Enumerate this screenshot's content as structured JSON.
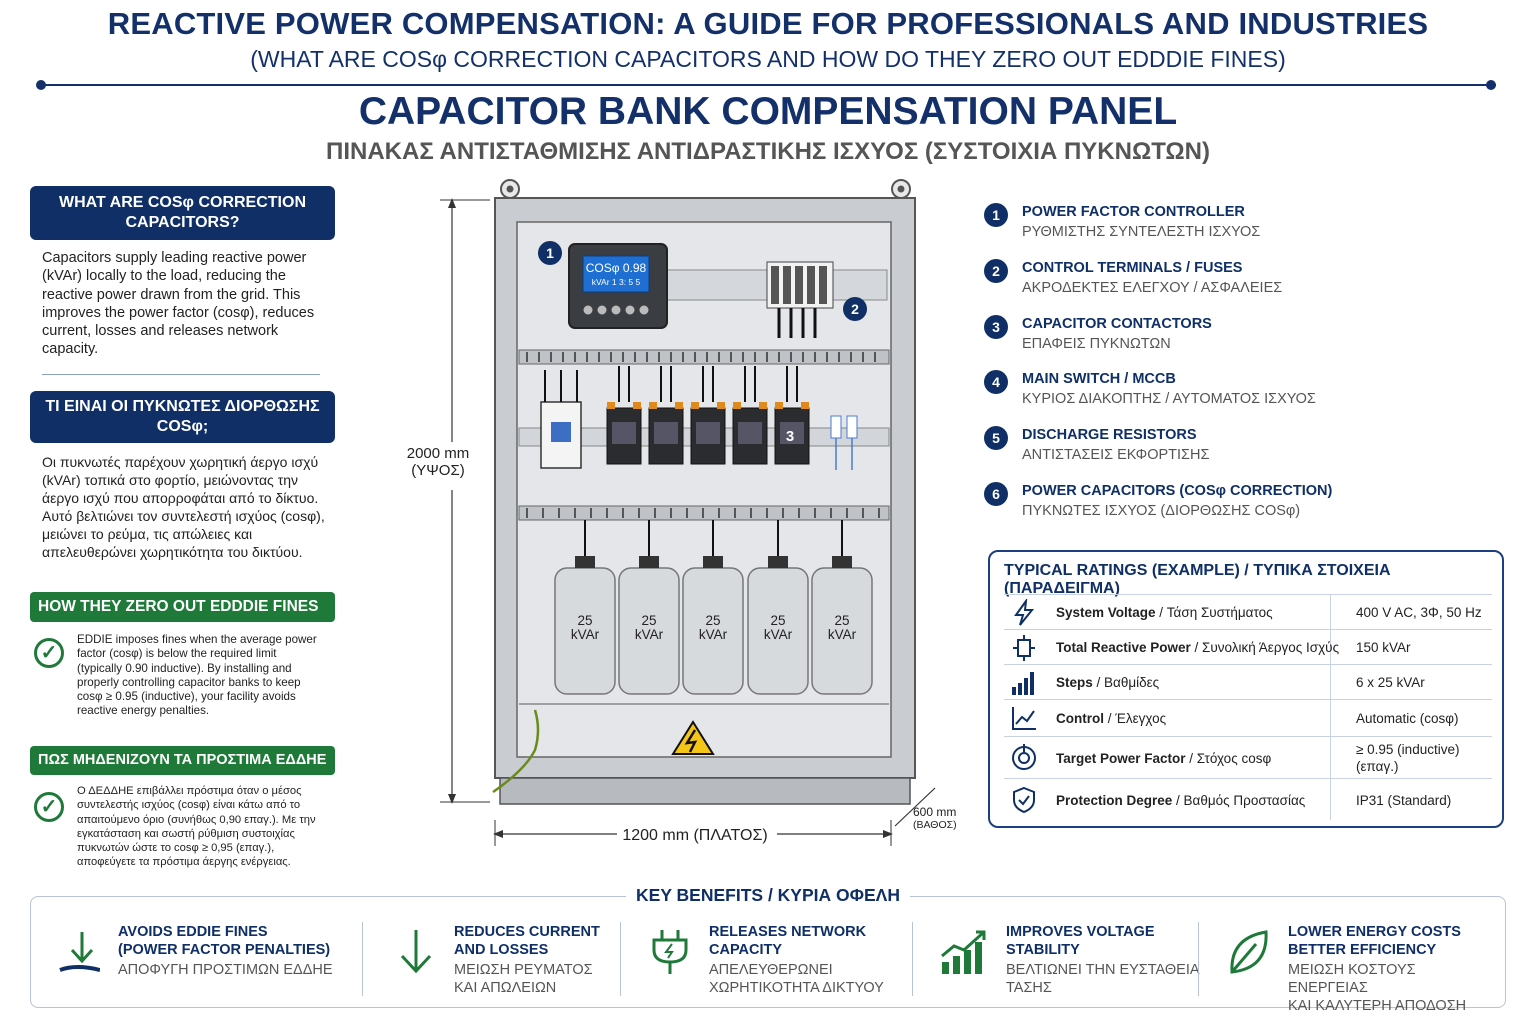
{
  "header": {
    "title": "REACTIVE POWER COMPENSATION: A GUIDE FOR PROFESSIONALS AND INDUSTRIES",
    "subtitle": "(WHAT ARE COSφ CORRECTION CAPACITORS AND HOW DO THEY ZERO OUT EDDDIE FINES)",
    "panel_title": "CAPACITOR BANK COMPENSATION PANEL",
    "panel_subtitle": "ΠΙΝΑΚΑΣ ΑΝΤΙΣΤΑΘΜΙΣΗΣ ΑΝΤΙΔΡΑΣΤΙΚΗΣ ΙΣΧΥΟΣ (ΣΥΣΤΟΙΧΙΑ ΠΥΚΝΩΤΩΝ)"
  },
  "left": {
    "what_en_title": "WHAT ARE COSφ CORRECTION CAPACITORS?",
    "what_en_body": "Capacitors supply leading reactive power (kVAr) locally to the load, reducing the reactive power drawn from the grid. This improves the power factor (cosφ), reduces current, losses and releases network capacity.",
    "what_gr_title": "ΤΙ ΕΙΝΑΙ ΟΙ ΠΥΚΝΩΤΕΣ ΔΙΟΡΘΩΣΗΣ COSφ;",
    "what_gr_body": "Οι πυκνωτές παρέχουν χωρητική άεργο ισχύ (kVAr) τοπικά στο φορτίο, μειώνοντας την άεργο ισχύ που απορροφάται από το δίκτυο. Αυτό βελτιώνει τον συντελεστή ισχύος (cosφ), μειώνει το ρεύμα, τις απώλειες και απελευθερώνει χωρητικότητα του δικτύου.",
    "fines_en_title": "HOW THEY ZERO OUT EDDDIE FINES",
    "fines_en_body": "EDDIE imposes fines when the average power factor (cosφ) is below the required limit (typically 0.90 inductive). By installing and properly controlling capacitor banks to keep cosφ ≥ 0.95 (inductive), your facility avoids reactive energy penalties.",
    "fines_gr_title": "ΠΩΣ ΜΗΔΕΝΙΖΟΥΝ ΤΑ ΠΡΟΣΤΙΜΑ ΕΔΔΗΕ",
    "fines_gr_body": "Ο ΔΕΔΔΗΕ επιβάλλει πρόστιμα όταν ο μέσος συντελεστής ισχύος (cosφ) είναι κάτω από το απαιτούμενο όριο (συνήθως 0,90 επαγ.). Με την εγκατάσταση και σωστή ρύθμιση συστοιχίας πυκνωτών ώστε το cosφ ≥ 0,95 (επαγ.), αποφεύγετε τα πρόστιμα άεργης ενέργειας."
  },
  "diagram": {
    "height_label": "2000 mm",
    "height_label_gr": "(ΥΨΟΣ)",
    "width_label": "1200 mm (ΠΛΑΤΟΣ)",
    "depth_label": "600 mm",
    "depth_label_gr": "(ΒΑΘΟΣ)",
    "controller_line1": "COSφ 0.98",
    "controller_line2": "kVAr 1 3: 5 5",
    "marker_1": "1",
    "marker_2": "2",
    "marker_3": "3",
    "capacitor_value": "25",
    "capacitor_unit": "kVAr"
  },
  "legend": [
    {
      "num": "1",
      "en": "POWER FACTOR CONTROLLER",
      "gr": "ΡΥΘΜΙΣΤΗΣ ΣΥΝΤΕΛΕΣΤΗ ΙΣΧΥΟΣ"
    },
    {
      "num": "2",
      "en": "CONTROL TERMINALS / FUSES",
      "gr": "ΑΚΡΟΔΕΚΤΕΣ ΕΛΕΓΧΟΥ / ΑΣΦΑΛΕΙΕΣ"
    },
    {
      "num": "3",
      "en": "CAPACITOR CONTACTORS",
      "gr": "ΕΠΑΦΕΙΣ ΠΥΚΝΩΤΩΝ"
    },
    {
      "num": "4",
      "en": "MAIN SWITCH / MCCB",
      "gr": "ΚΥΡΙΟΣ ΔΙΑΚΟΠΤΗΣ / ΑΥΤΟΜΑΤΟΣ ΙΣΧΥΟΣ"
    },
    {
      "num": "5",
      "en": "DISCHARGE RESISTORS",
      "gr": "ΑΝΤΙΣΤΑΣΕΙΣ ΕΚΦΟΡΤΙΣΗΣ"
    },
    {
      "num": "6",
      "en": "POWER CAPACITORS (COSφ CORRECTION)",
      "gr": "ΠΥΚΝΩΤΕΣ ΙΣΧΥΟΣ (ΔΙΟΡΘΩΣΗΣ COSφ)"
    }
  ],
  "ratings": {
    "title": "TYPICAL RATINGS (EXAMPLE) / ΤΥΠΙΚΑ ΣΤΟΙΧΕΙΑ (ΠΑΡΑΔΕΙΓΜΑ)",
    "rows": [
      {
        "label_en": "System Voltage",
        "label_gr": " / Τάση Συστήματος",
        "value": "400 V AC, 3Φ, 50 Hz",
        "icon": "bolt-icon"
      },
      {
        "label_en": "Total Reactive Power",
        "label_gr": " / Συνολική Άεργος Ισχύς",
        "value": "150 kVAr",
        "icon": "capacitor-icon"
      },
      {
        "label_en": "Steps",
        "label_gr": " / Βαθμίδες",
        "value": "6 x 25 kVAr",
        "icon": "steps-bars-icon"
      },
      {
        "label_en": "Control",
        "label_gr": " / Έλεγχος",
        "value": "Automatic (cosφ)",
        "icon": "trend-chart-icon"
      },
      {
        "label_en": "Target Power Factor",
        "label_gr": " / Στόχος cosφ",
        "value": "≥ 0.95 (inductive) (επαγ.)",
        "icon": "target-icon"
      },
      {
        "label_en": "Protection Degree",
        "label_gr": " / Βαθμός Προστασίας",
        "value": "IP31 (Standard)",
        "icon": "shield-check-icon"
      }
    ]
  },
  "benefits": {
    "title": "KEY BENEFITS / ΚΥΡΙΑ ΟΦΕΛΗ",
    "items": [
      {
        "en1": "AVOIDS EDDIE FINES",
        "en2": "(POWER FACTOR PENALTIES)",
        "gr1": "ΑΠΟΦΥΓΗ ΠΡΟΣΤΙΜΩΝ ΕΔΔΗΕ",
        "gr2": ""
      },
      {
        "en1": "REDUCES CURRENT",
        "en2": "AND LOSSES",
        "gr1": "ΜΕΙΩΣΗ ΡΕΥΜΑΤΟΣ",
        "gr2": "ΚΑΙ ΑΠΩΛΕΙΩΝ"
      },
      {
        "en1": "RELEASES NETWORK",
        "en2": "CAPACITY",
        "gr1": "ΑΠΕΛΕΥΘΕΡΩΝΕΙ",
        "gr2": "ΧΩΡΗΤΙΚΟΤΗΤΑ ΔΙΚΤΥΟΥ"
      },
      {
        "en1": "IMPROVES VOLTAGE",
        "en2": "STABILITY",
        "gr1": "ΒΕΛΤΙΩΝΕΙ ΤΗΝ ΕΥΣΤΑΘΕΙΑ",
        "gr2": "ΤΑΣΗΣ"
      },
      {
        "en1": "LOWER ENERGY COSTS",
        "en2": "BETTER EFFICIENCY",
        "gr1": "ΜΕΙΩΣΗ ΚΟΣΤΟΥΣ ΕΝΕΡΓΕΙΑΣ",
        "gr2": "ΚΑΙ ΚΑΛΥΤΕΡΗ ΑΠΟΔΟΣΗ"
      }
    ]
  },
  "colors": {
    "navy": "#0f2f66",
    "green": "#1f7a3a",
    "panel_grey": "#cfd3d8"
  }
}
